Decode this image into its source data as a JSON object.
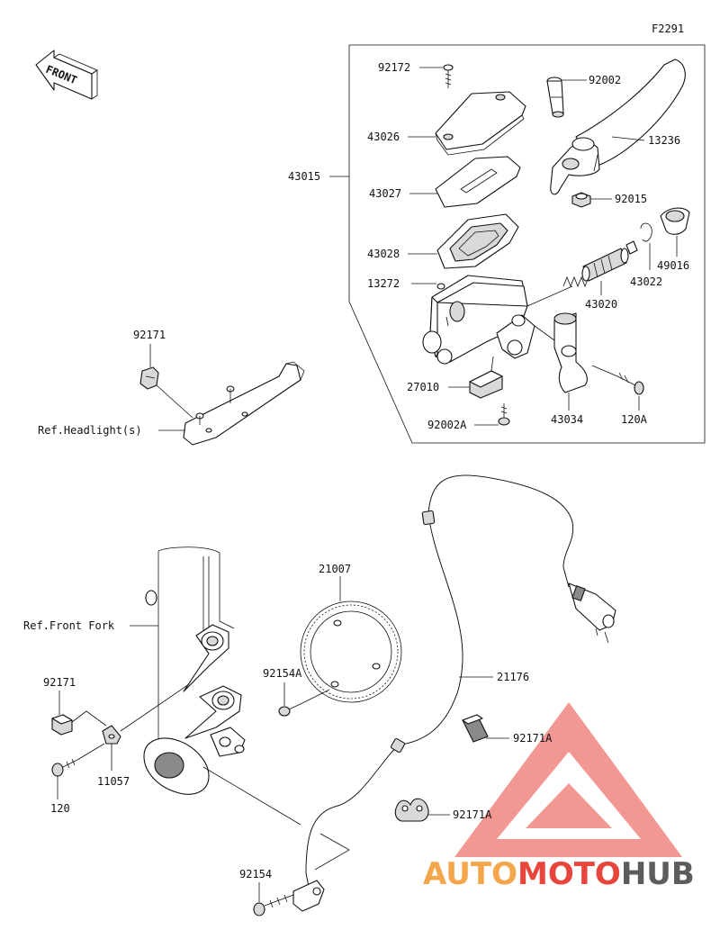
{
  "figure_code": "F2291",
  "front_sign": "FRONT",
  "references": {
    "headlight": "Ref.Headlight(s)",
    "front_fork": "Ref.Front Fork"
  },
  "callouts": {
    "p43015": "43015",
    "p92172": "92172",
    "p43026": "43026",
    "p43027": "43027",
    "p43028": "43028",
    "p13272": "13272",
    "p27010": "27010",
    "p92002A": "92002A",
    "p92002": "92002",
    "p13236": "13236",
    "p92015": "92015",
    "p49016": "49016",
    "p43022": "43022",
    "p43020": "43020",
    "p43034": "43034",
    "p120A": "120A",
    "p92171_top": "92171",
    "p21007": "21007",
    "p92154A": "92154A",
    "p21176": "21176",
    "p92171_left": "92171",
    "p11057": "11057",
    "p120": "120",
    "p92171A_1": "92171A",
    "p92171A_2": "92171A",
    "p92154": "92154"
  },
  "watermark": {
    "part1": "AUTO",
    "part2": "MOTO",
    "part3": "HUB",
    "color_orange": "#f4a64a",
    "color_red": "#e8453c",
    "color_gray": "#5c5c5c"
  }
}
